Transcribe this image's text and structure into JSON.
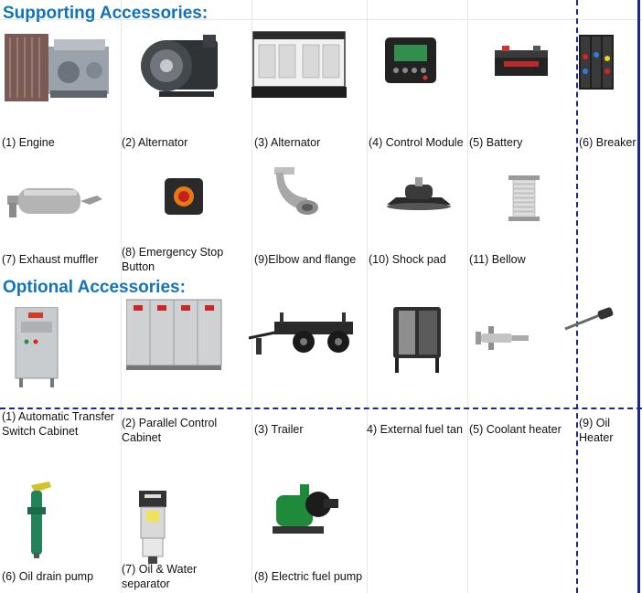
{
  "headings": {
    "supporting": "Supporting  Accessories:",
    "optional": "Optional Accessories:"
  },
  "supporting": [
    {
      "id": "engine",
      "label": "(1) Engine"
    },
    {
      "id": "alternator1",
      "label": "(2) Alternator"
    },
    {
      "id": "alternator2",
      "label": "(3) Alternator"
    },
    {
      "id": "control-module",
      "label": "(4) Control Module"
    },
    {
      "id": "battery",
      "label": "(5) Battery"
    },
    {
      "id": "breaker",
      "label": "(6) Breaker"
    },
    {
      "id": "exhaust-muffler",
      "label": "(7) Exhaust muffler"
    },
    {
      "id": "emergency-stop",
      "label": "(8) Emergency Stop Button"
    },
    {
      "id": "elbow-flange",
      "label": "(9)Elbow and flange"
    },
    {
      "id": "shock-pad",
      "label": "(10) Shock pad"
    },
    {
      "id": "bellow",
      "label": "(11) Bellow"
    }
  ],
  "optional": [
    {
      "id": "ats-cabinet",
      "label": "(1) Automatic Transfer Switch Cabinet"
    },
    {
      "id": "parallel-cabinet",
      "label": "(2) Parallel Control Cabinet"
    },
    {
      "id": "trailer",
      "label": "(3) Trailer"
    },
    {
      "id": "fuel-tank",
      "label": "4) External fuel tan"
    },
    {
      "id": "coolant-heater",
      "label": "(5) Coolant heater"
    },
    {
      "id": "oil-heater",
      "label": "(9) Oil Heater"
    },
    {
      "id": "oil-drain-pump",
      "label": "(6) Oil drain pump"
    },
    {
      "id": "oil-water-separator",
      "label": "(7) Oil & Water separator"
    },
    {
      "id": "electric-fuel-pump",
      "label": "(8) Electric fuel pump"
    }
  ],
  "colors": {
    "heading": "#1373b8",
    "divider": "#1a2a8c"
  }
}
